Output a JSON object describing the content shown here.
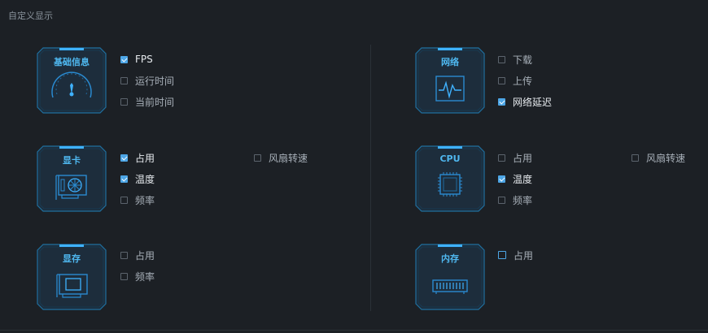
{
  "page": {
    "title": "自定义显示"
  },
  "groups": {
    "basic": {
      "title": "基础信息",
      "icon": "speedometer-icon",
      "options": [
        {
          "label": "FPS",
          "checked": true
        },
        {
          "label": "运行时间",
          "checked": false
        },
        {
          "label": "当前时间",
          "checked": false
        }
      ]
    },
    "network": {
      "title": "网络",
      "icon": "network-monitor-icon",
      "options": [
        {
          "label": "下载",
          "checked": false
        },
        {
          "label": "上传",
          "checked": false
        },
        {
          "label": "网络延迟",
          "checked": true
        }
      ]
    },
    "gpu": {
      "title": "显卡",
      "icon": "graphics-card-icon",
      "options": [
        {
          "label": "占用",
          "checked": true
        },
        {
          "label": "温度",
          "checked": true
        },
        {
          "label": "频率",
          "checked": false
        },
        {
          "label": "风扇转速",
          "checked": false
        }
      ]
    },
    "cpu": {
      "title": "CPU",
      "icon": "cpu-chip-icon",
      "options": [
        {
          "label": "占用",
          "checked": false
        },
        {
          "label": "温度",
          "checked": true
        },
        {
          "label": "频率",
          "checked": false
        },
        {
          "label": "风扇转速",
          "checked": false
        }
      ]
    },
    "vram": {
      "title": "显存",
      "icon": "video-memory-icon",
      "options": [
        {
          "label": "占用",
          "checked": false
        },
        {
          "label": "频率",
          "checked": false
        }
      ]
    },
    "memory": {
      "title": "内存",
      "icon": "ram-module-icon",
      "options": [
        {
          "label": "占用",
          "checked": false
        }
      ]
    }
  },
  "colors": {
    "accent": "#4da6e6",
    "title": "#4fb8f0",
    "background": "#1c2025"
  }
}
